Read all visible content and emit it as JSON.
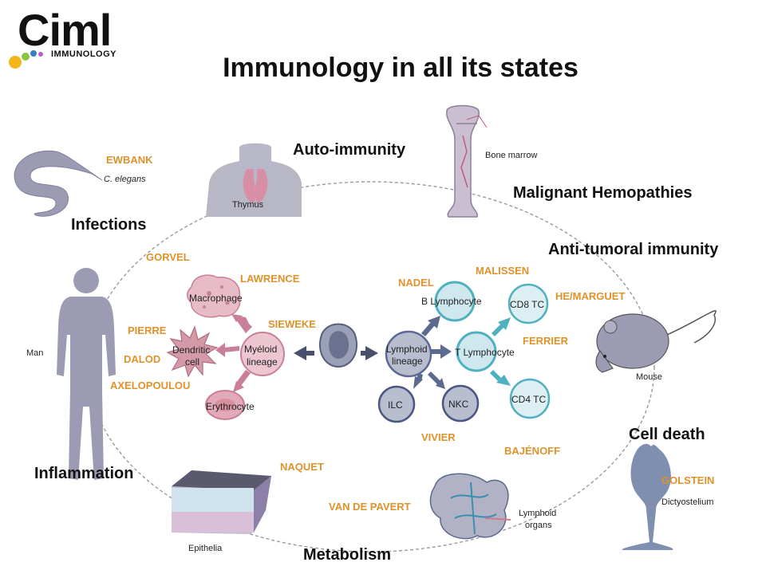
{
  "logo": {
    "name": "Ciml",
    "subtitle": "IMMUNOLOGY"
  },
  "title": "Immunology in all its states",
  "themes": {
    "auto_immunity": "Auto-immunity",
    "malignant_hemopathies": "Malignant Hemopathies",
    "infections": "Infections",
    "anti_tumoral": "Anti-tumoral immunity",
    "inflammation": "Inflammation",
    "cell_death": "Cell death",
    "metabolism": "Metabolism"
  },
  "pis": {
    "ewbank": "EWBANK",
    "gorvel": "GORVEL",
    "lawrence": "LAWRENCE",
    "nadel": "NADEL",
    "malissen": "MALISSEN",
    "he_marguet": "HE/MARGUET",
    "pierre": "PIERRE",
    "sieweke": "SIEWEKE",
    "ferrier": "FERRIER",
    "dalod": "DALOD",
    "axelopoulou": "AXELOPOULOU",
    "vivier": "VIVIER",
    "bajenoff": "BAJÉNOFF",
    "naquet": "NAQUET",
    "golstein": "GOLSTEIN",
    "van_de_pavert": "VAN DE PAVERT"
  },
  "organisms": {
    "c_elegans": "C. elegans",
    "thymus": "Thymus",
    "bone_marrow": "Bone marrow",
    "man": "Man",
    "mouse": "Mouse",
    "dictyostelium": "Dictyostelium",
    "epithelia": "Epithelia",
    "lymphoid_organs_1": "Lymphoid",
    "lymphoid_organs_2": "organs"
  },
  "cells": {
    "macrophage": "Macrophage",
    "dendritic_1": "Dendritic",
    "dendritic_2": "cell",
    "myeloid_1": "Myéloid",
    "myeloid_2": "lineage",
    "erythrocyte": "Erythrocyte",
    "lymphoid_1": "Lymphoid",
    "lymphoid_2": "lineage",
    "b_lymphocyte": "B Lymphocyte",
    "t_lymphocyte": "T Lymphocyte",
    "cd8": "CD8 TC",
    "cd4": "CD4 TC",
    "ilc": "ILC",
    "nkc": "NKC"
  },
  "colors": {
    "pi_orange": "#e0922a",
    "silhouette": "#9b9bb3",
    "myeloid_pink": "#c98097",
    "lymph_teal": "#4fb0c0",
    "lymph_navy": "#5b6a8e"
  }
}
